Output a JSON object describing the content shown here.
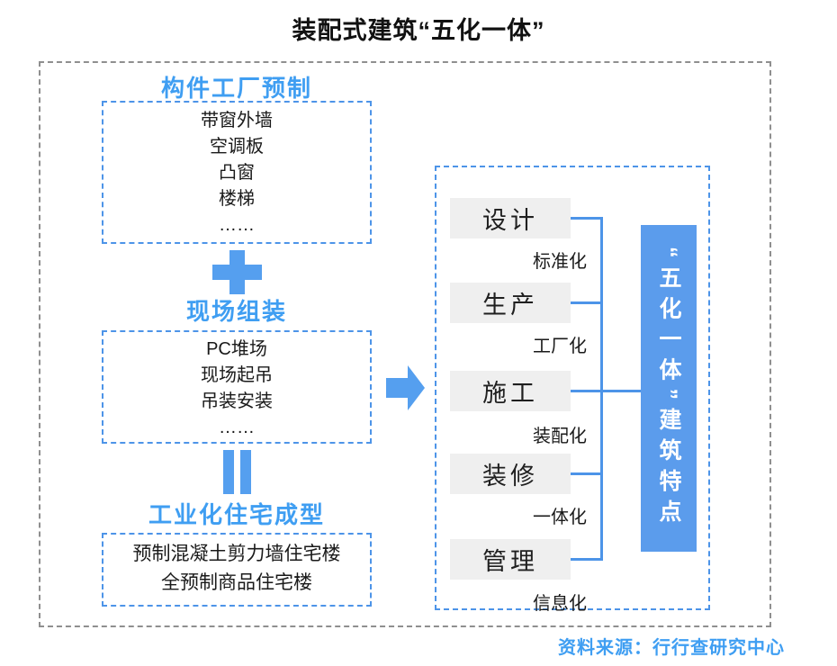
{
  "title": "装配式建筑“五化一体”",
  "colors": {
    "accent_blue": "#559FEF",
    "border_blue": "#4D94E8",
    "line_blue": "#4D94E8",
    "fill_blue": "#5B9CEC",
    "heading_blue": "#3F9EF2",
    "gray_fill": "#EFEFEF",
    "gray_border": "#8F8F8F"
  },
  "left_flow": {
    "step1": {
      "heading": "构件工厂预制",
      "items": [
        "带窗外墙",
        "空调板",
        "凸窗",
        "楼梯",
        "……"
      ]
    },
    "plus_icon": "plus",
    "step2": {
      "heading": "现场组装",
      "items": [
        "PC堆场",
        "现场起吊",
        "吊装安装",
        "……"
      ]
    },
    "equals_icon": "equals",
    "step3": {
      "heading": "工业化住宅成型",
      "items": [
        "预制混凝土剪力墙住宅楼",
        "全预制商品住宅楼"
      ]
    }
  },
  "right_panel": {
    "rows": [
      {
        "label": "设计",
        "sublabel": "标准化"
      },
      {
        "label": "生产",
        "sublabel": "工厂化"
      },
      {
        "label": "施工",
        "sublabel": "装配化"
      },
      {
        "label": "装修",
        "sublabel": "一体化"
      },
      {
        "label": "管理",
        "sublabel": "信息化"
      }
    ],
    "result_text": "“五化一体”建筑特点"
  },
  "source": "资料来源：行行查研究中心"
}
